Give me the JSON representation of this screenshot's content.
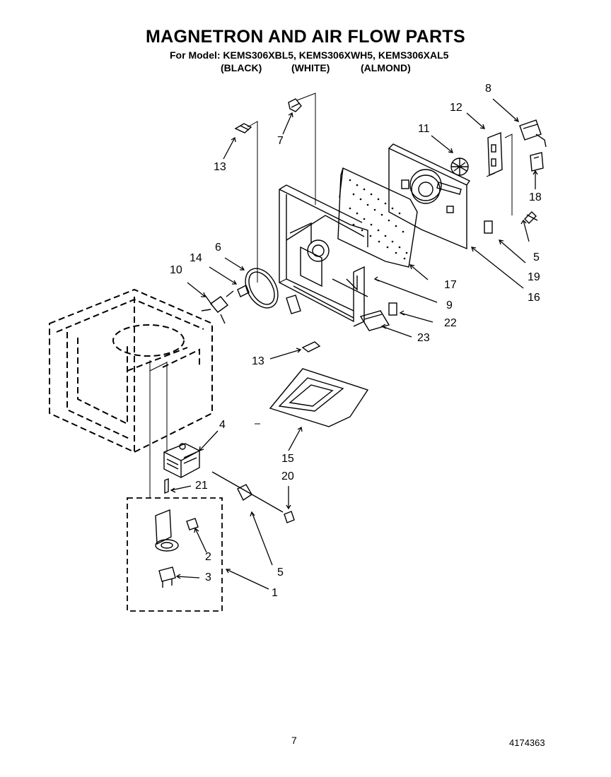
{
  "header": {
    "title": "MAGNETRON AND AIR FLOW PARTS",
    "model_line": "For Model: KEMS306XBL5, KEMS306XWH5, KEMS306XAL5",
    "colors": [
      "(BLACK)",
      "(WHITE)",
      "(ALMOND)"
    ]
  },
  "callouts": [
    "1",
    "2",
    "3",
    "4",
    "5",
    "5",
    "6",
    "7",
    "8",
    "9",
    "10",
    "11",
    "12",
    "13",
    "13",
    "14",
    "15",
    "16",
    "17",
    "18",
    "19",
    "20",
    "21",
    "22",
    "23"
  ],
  "footer": {
    "page_number": "7",
    "document_number": "4174363"
  },
  "style": {
    "ink": "#000000",
    "paper": "#ffffff"
  }
}
